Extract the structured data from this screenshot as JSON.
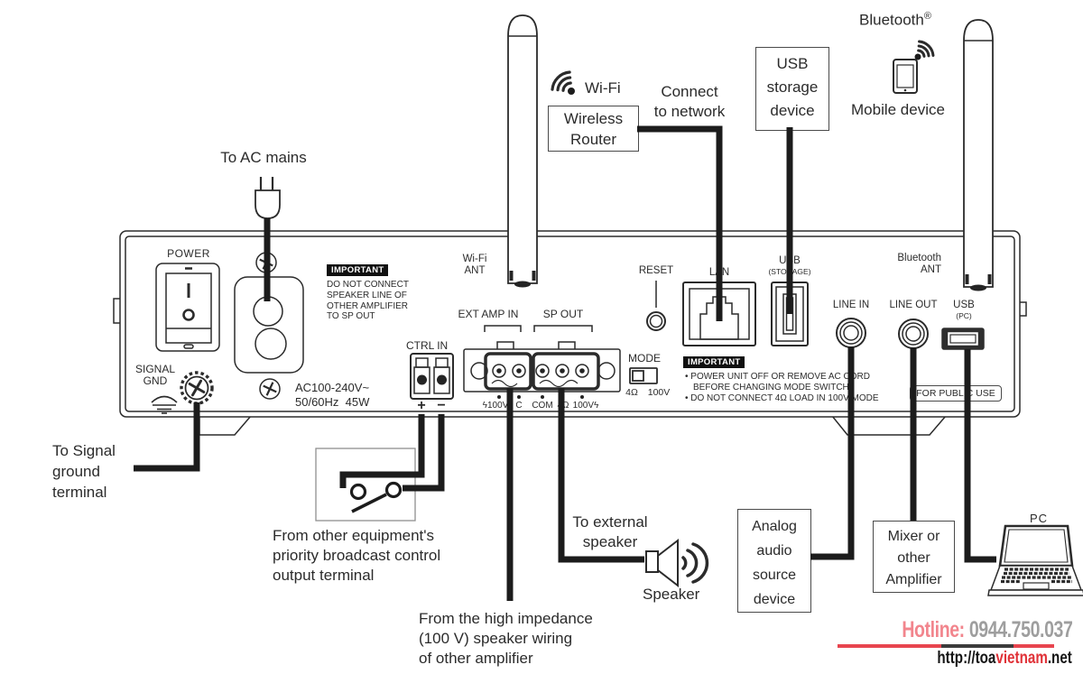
{
  "callouts": {
    "ac_mains": "To AC mains",
    "wifi": "Wi-Fi",
    "connect": [
      "Connect",
      "to network"
    ],
    "router": [
      "Wireless",
      "Router"
    ],
    "usb_storage": [
      "USB",
      "storage",
      "device"
    ],
    "bluetooth": "Bluetooth",
    "bluetooth_reg": "®",
    "mobile": "Mobile device",
    "signal_ground": [
      "To Signal",
      "ground",
      "terminal"
    ],
    "priority": [
      "From other equipment's",
      "priority broadcast control",
      "output terminal"
    ],
    "high_impedance": [
      "From the high impedance",
      "(100 V) speaker wiring",
      "of other amplifier"
    ],
    "ext_speaker": [
      "To external",
      "speaker"
    ],
    "speaker": "Speaker",
    "analog": [
      "Analog",
      "audio",
      "source",
      "device"
    ],
    "mixer": [
      "Mixer or",
      "other",
      "Amplifier"
    ],
    "pc": "PC"
  },
  "panel": {
    "power": "POWER",
    "signal_gnd": [
      "SIGNAL",
      "GND"
    ],
    "important_sp": {
      "badge": "IMPORTANT",
      "lines": [
        "DO NOT CONNECT",
        "SPEAKER LINE OF",
        "OTHER AMPLIFIER",
        "TO SP OUT"
      ]
    },
    "ac_rating": [
      "AC100-240V~",
      "50/60Hz  45W"
    ],
    "ctrl_in": "CTRL IN",
    "plus": "+",
    "minus": "−",
    "ext_amp_in": "EXT AMP IN",
    "sp_out": "SP OUT",
    "terminals": [
      "ϟ100V",
      "C",
      "COM",
      "4Ω",
      "100Vϟ"
    ],
    "wifi_ant": [
      "Wi-Fi",
      "ANT"
    ],
    "reset": "RESET",
    "lan": "LAN",
    "usb_storage": [
      "USB",
      "(STORAGE)"
    ],
    "mode": "MODE",
    "mode_opts": [
      "4Ω",
      "100V"
    ],
    "important_mode": {
      "badge": "IMPORTANT",
      "lines": [
        "• POWER UNIT OFF OR REMOVE AC CORD",
        "BEFORE CHANGING MODE SWITCH",
        "• DO NOT CONNECT 4Ω LOAD IN 100V MODE"
      ]
    },
    "line_in": "LINE IN",
    "line_out": "LINE OUT",
    "usb_pc": [
      "USB",
      "(PC)"
    ],
    "bt_ant": [
      "Bluetooth",
      "ANT"
    ],
    "public_use": "FOR PUBLIC USE"
  },
  "footer": {
    "hotline_label": "Hotline:",
    "hotline_number": "0944.750.037",
    "url_black1": "http://toa",
    "url_red": "vietnam",
    "url_black2": ".net"
  },
  "colors": {
    "ink": "#2b2b2b",
    "hotline_label": "#f2858d",
    "hotline_number": "#9e9e9e",
    "underline_red": "#e8454f",
    "underline_dark": "#3c3c3c",
    "url_red": "#e03238"
  }
}
